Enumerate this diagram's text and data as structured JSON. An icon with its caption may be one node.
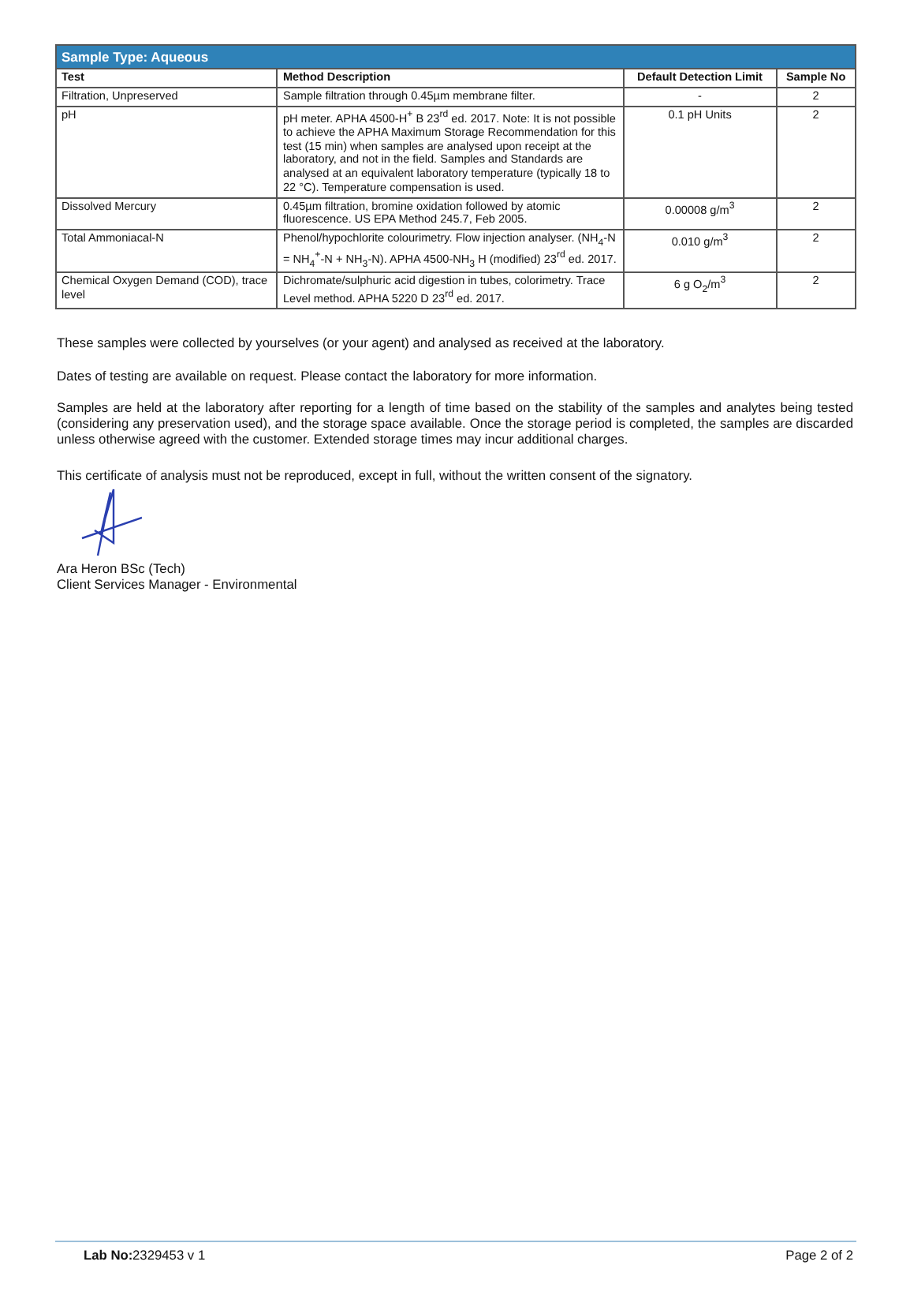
{
  "diagram": {
    "labels": [
      "Sample Type:  Aqueous",
      "Test",
      "Method Description",
      "Default Detection Limit",
      "Sample No",
      "Filtration, Unpreserved",
      "Sample filtration through 0.45µm membrane filter.",
      "-",
      "2",
      "pH",
      "pH meter. APHA 4500-H$^{+}$ B 23$^{rd}$ ed. 2017.  Note: It is not possible to achieve the APHA Maximum Storage Recommendation for this test (15 min) when samples are analysed upon receipt at the laboratory, and not in the field. Samples and Standards are analysed at an equivalent laboratory temperature (typically 18 to 22 °C). Temperature compensation is used.",
      "0.1 pH Units",
      "2",
      "Dissolved Mercury",
      "0.45µm filtration, bromine oxidation followed by atomic fluorescence. US EPA Method 245.7, Feb 2005.",
      "0.00008 g/m$^{3}$",
      "2",
      "Total Ammoniacal-N",
      "Phenol/hypochlorite colourimetry. Flow injection analyser. (NH$_{4}$-N = NH$_{4}$$^{+}$-N + NH$_{3}$-N). APHA 4500-NH$_{3}$ H (modified) 23$^{rd}$ ed. 2017.",
      "0.010 g/m$^{3}$",
      "2",
      "Chemical Oxygen Demand (COD), trace level",
      "Dichromate/sulphuric acid digestion in tubes, colorimetry. Trace Level method. APHA 5220 D 23$^{rd}$ ed. 2017.",
      "6 g O$_{2}$/m$^{3}$",
      "2",
      "These samples were collected by yourselves (or your agent) and analysed as received at the laboratory.",
      "Dates of testing are available on request.  Please contact the laboratory for more information.",
      "Samples are held at the laboratory after reporting for a length of time based on the stability of the samples and analytes being tested (considering any preservation used), and the storage space available. Once the storage period is completed, the samples are discarded unless otherwise agreed with the customer.  Extended storage times may incur additional charges.",
      "This certificate of analysis must not be reproduced, except in full, without the written consent of the signatory.",
      "Ara Heron BSc (Tech)",
      "Client Services Manager - Environmental",
      "Lab No:",
      "2329453 v 1",
      "Page 2 of 2"
    ]
  }
}
